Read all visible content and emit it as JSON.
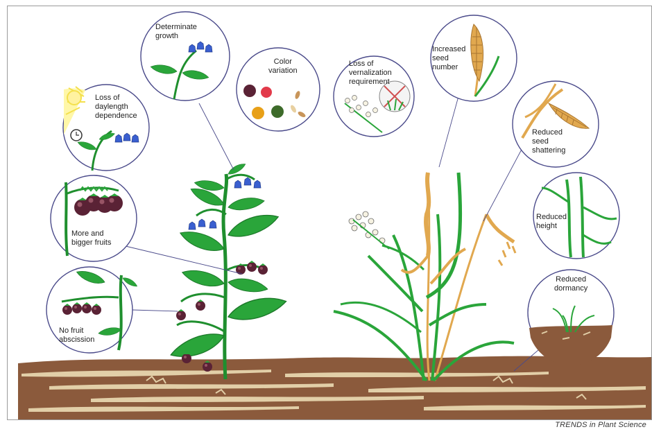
{
  "labels": {
    "daylength": [
      "Loss of",
      "daylength",
      "dependence"
    ],
    "determinate": [
      "Determinate",
      "growth"
    ],
    "color": [
      "Color",
      "variation"
    ],
    "vernalization": [
      "Loss of",
      "vernalization",
      "requirement"
    ],
    "seed_number": [
      "Increased",
      "seed",
      "number"
    ],
    "shattering": [
      "Reduced",
      "seed",
      "shattering"
    ],
    "height": [
      "Reduced",
      "height"
    ],
    "dormancy": [
      "Reduced",
      "dormancy"
    ],
    "fruits": [
      "More and",
      "bigger fruits"
    ],
    "abscission": [
      "No fruit",
      "abscission"
    ]
  },
  "credit": {
    "text": "TRENDS in Plant Science"
  },
  "colors": {
    "leaf_green": "#2aa53a",
    "stem_green": "#1f8f2e",
    "circle_border": "#4a4a8a",
    "soil": "#8b5a3c",
    "soil_light": "#e2cfa8",
    "wheat_gold": "#e1a84f",
    "flower_blue": "#3a5fd0",
    "fruit_purple": "#5a2235"
  }
}
